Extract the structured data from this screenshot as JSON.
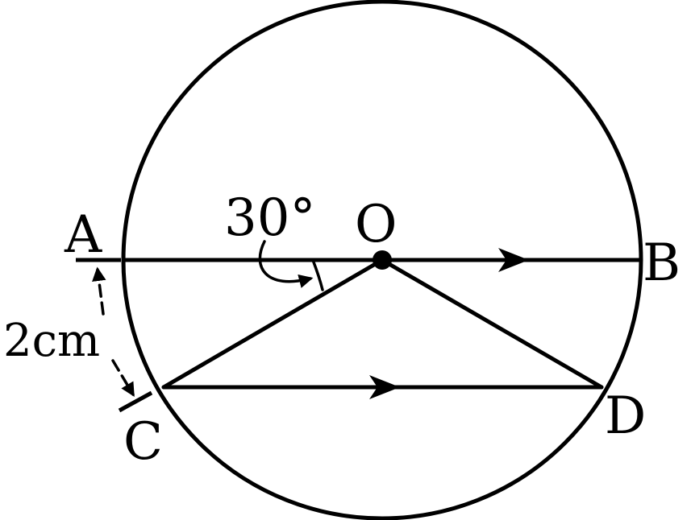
{
  "labels": {
    "point_a": "A",
    "point_b": "B",
    "point_c": "C",
    "point_d": "D",
    "point_o": "O",
    "angle": "30°",
    "arc_length": "2cm"
  }
}
